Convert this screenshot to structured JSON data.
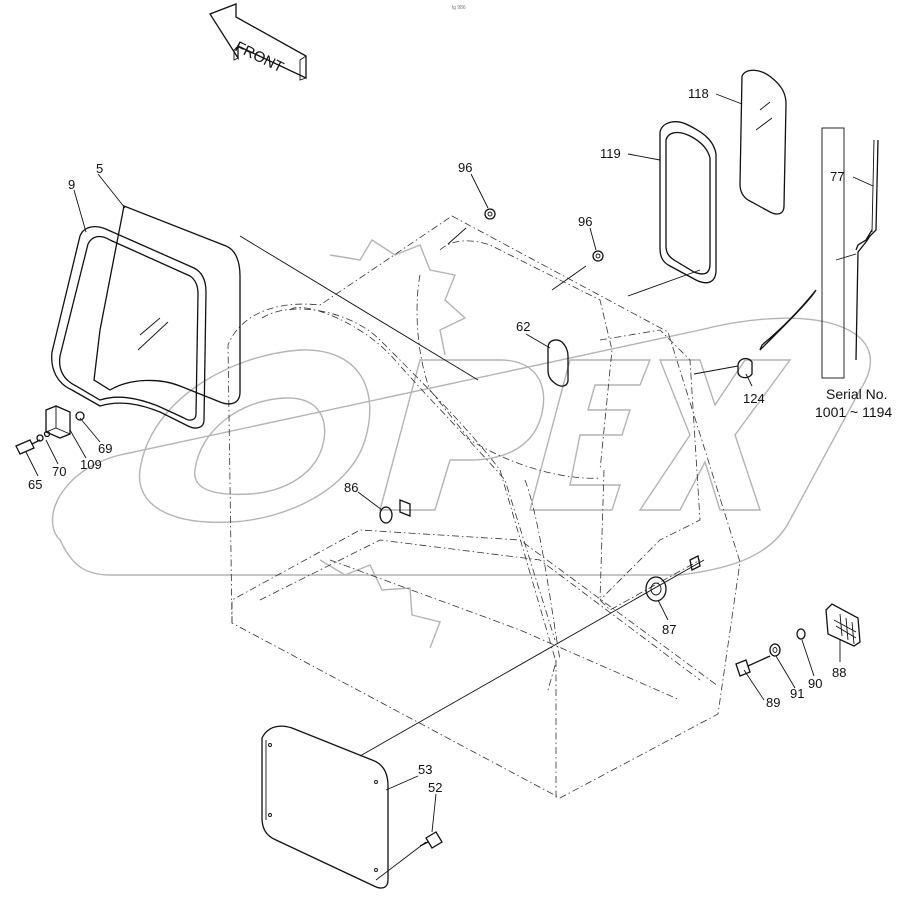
{
  "diagram": {
    "front_label": "FRONT",
    "serial": {
      "line1": "Serial No.",
      "line2": "1001 ~ 1194"
    },
    "watermark_text": "OPEX",
    "corner_mark": "lg 986",
    "callouts": [
      {
        "id": "c118",
        "text": "118"
      },
      {
        "id": "c119",
        "text": "119"
      },
      {
        "id": "c77",
        "text": "77"
      },
      {
        "id": "c5",
        "text": "5"
      },
      {
        "id": "c9",
        "text": "9"
      },
      {
        "id": "c96a",
        "text": "96"
      },
      {
        "id": "c96b",
        "text": "96"
      },
      {
        "id": "c62",
        "text": "62"
      },
      {
        "id": "c124",
        "text": "124"
      },
      {
        "id": "c69",
        "text": "69"
      },
      {
        "id": "c70",
        "text": "70"
      },
      {
        "id": "c109",
        "text": "109"
      },
      {
        "id": "c65",
        "text": "65"
      },
      {
        "id": "c86",
        "text": "86"
      },
      {
        "id": "c87",
        "text": "87"
      },
      {
        "id": "c88",
        "text": "88"
      },
      {
        "id": "c90",
        "text": "90"
      },
      {
        "id": "c91",
        "text": "91"
      },
      {
        "id": "c89",
        "text": "89"
      },
      {
        "id": "c53",
        "text": "53"
      },
      {
        "id": "c52",
        "text": "52"
      }
    ]
  }
}
